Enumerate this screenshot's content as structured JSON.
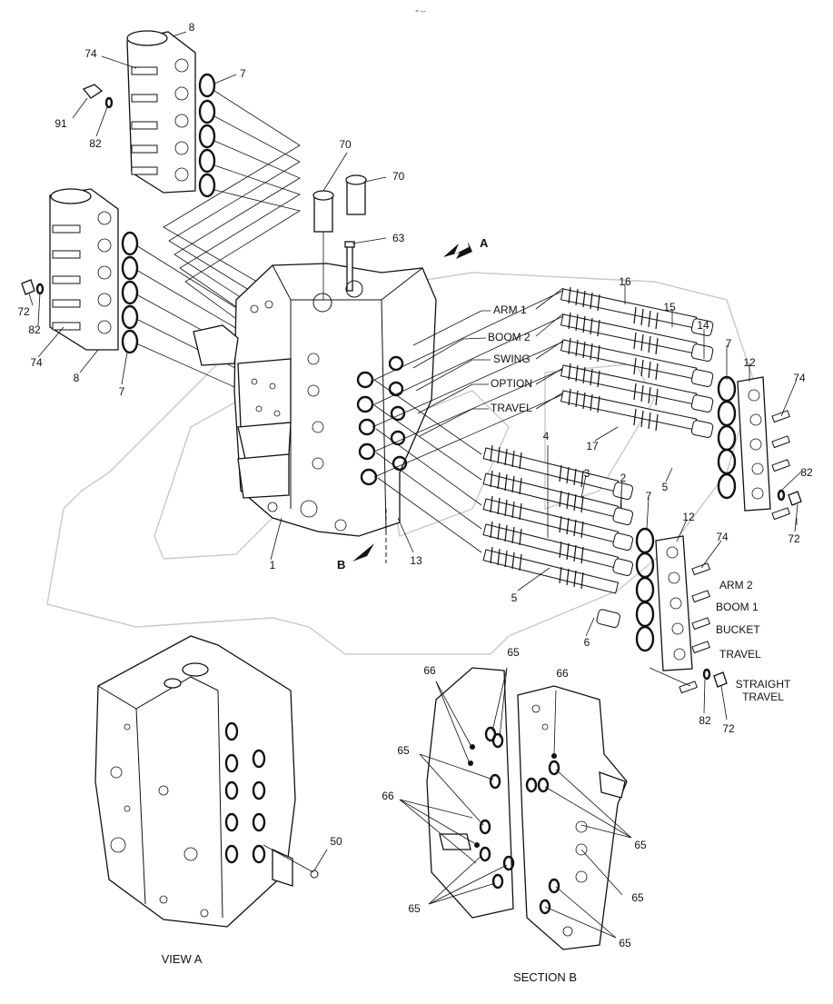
{
  "header_mark": "≈ ---",
  "part_numbers": {
    "n1": "1",
    "n2": "2",
    "n3": "3",
    "n4": "4",
    "n5a": "5",
    "n5b": "5",
    "n6": "6",
    "n7a": "7",
    "n7b": "7",
    "n7c": "7",
    "n7d": "7",
    "n8a": "8",
    "n8b": "8",
    "n12a": "12",
    "n12b": "12",
    "n13": "13",
    "n14": "14",
    "n15": "15",
    "n16": "16",
    "n17": "17",
    "n50": "50",
    "n63": "63",
    "n65a": "65",
    "n65b": "65",
    "n65c": "65",
    "n65d": "65",
    "n65e": "65",
    "n65f": "65",
    "n66a": "66",
    "n66b": "66",
    "n66c": "66",
    "n70a": "70",
    "n70b": "70",
    "n72a": "72",
    "n72b": "72",
    "n72c": "72",
    "n74a": "74",
    "n74b": "74",
    "n74c": "74",
    "n74d": "74",
    "n82a": "82",
    "n82b": "82",
    "n82c": "82",
    "n82d": "82",
    "n91": "91"
  },
  "view_markers": {
    "a": "A",
    "b": "B"
  },
  "spool_labels_upper": [
    "ARM 1",
    "BOOM 2",
    "SWING",
    "OPTION",
    "TRAVEL"
  ],
  "spool_labels_lower": [
    "ARM 2",
    "BOOM 1",
    "BUCKET",
    "TRAVEL"
  ],
  "straight_travel": {
    "line1": "STRAIGHT",
    "line2": "TRAVEL"
  },
  "captions": {
    "view_a": "VIEW  A",
    "section_b": "SECTION  B"
  }
}
